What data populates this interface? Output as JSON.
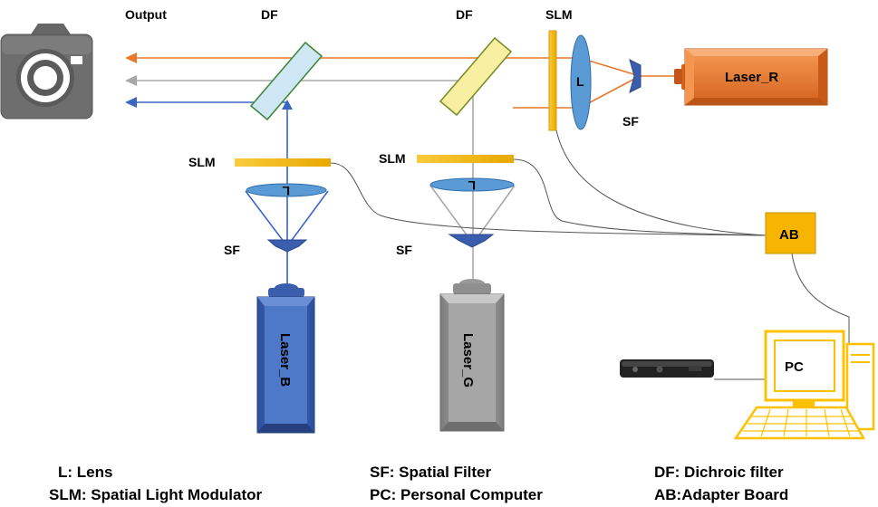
{
  "labels": {
    "output": "Output",
    "df_left": "DF",
    "df_right": "DF",
    "slm_top": "SLM",
    "slm_blue": "SLM",
    "slm_green": "SLM",
    "lens_r": "L",
    "sf_r": "SF",
    "sf_blue": "SF",
    "sf_green": "SF",
    "lens_blue": "L",
    "lens_green": "L",
    "ab": "AB",
    "pc": "PC"
  },
  "lasers": {
    "red": "Laser_R",
    "blue": "Laser_B",
    "green": "Laser_G"
  },
  "legend": {
    "col1": [
      "L: Lens",
      "SLM: Spatial Light Modulator"
    ],
    "col2": [
      "SF: Spatial Filter",
      "PC: Personal Computer"
    ],
    "col3": [
      "DF: Dichroic filter",
      "AB:Adapter Board"
    ]
  },
  "icons": [
    "camera-icon",
    "computer-icon",
    "kinect-sensor-icon"
  ],
  "colors": {
    "red_beam": "#e8782a",
    "green_beam": "#a8a8a8",
    "blue_beam": "#3a66c4",
    "laser_red": "#ea7a2f",
    "laser_blue": "#3d5fae",
    "laser_green": "#9a9a9a",
    "slm": "#f1b81a",
    "lens": "#5b9bd5",
    "adapter_board": "#f7b400",
    "pc": "#ffc000"
  }
}
